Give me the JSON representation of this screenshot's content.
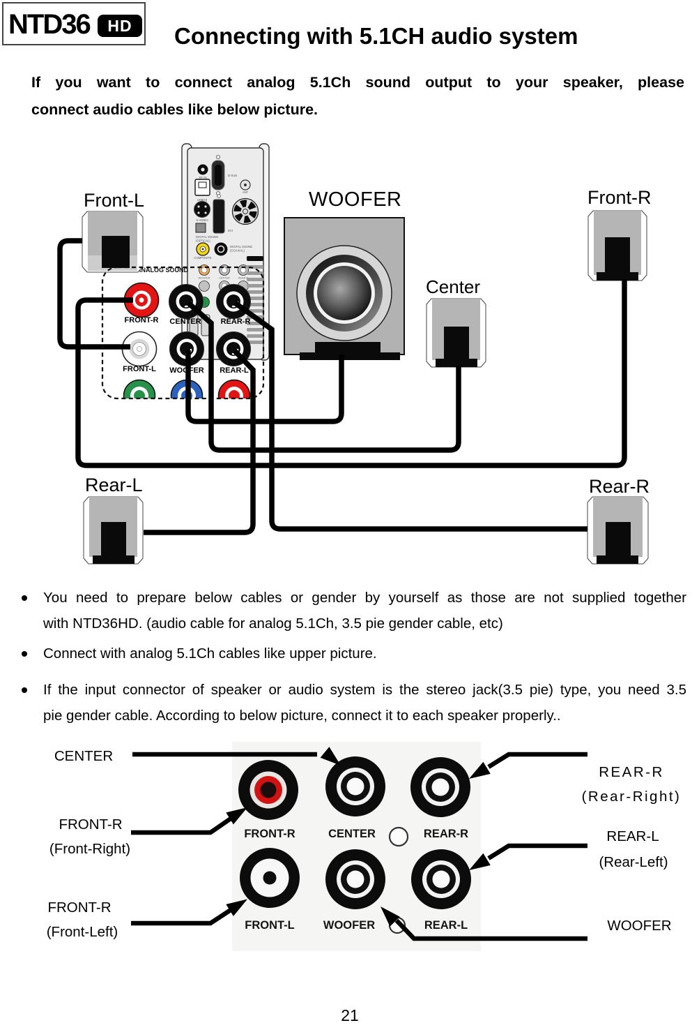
{
  "page": {
    "number": "21"
  },
  "header": {
    "logo_text": "NTD36",
    "logo_badge": "HD",
    "title": "Connecting with 5.1CH audio system"
  },
  "intro": {
    "line1": "If you want to connect analog 5.1Ch sound output to your speaker, please",
    "line2": "connect audio cables like below picture."
  },
  "upper_diagram": {
    "speaker_labels": {
      "front_l": "Front-L",
      "woofer": "WOOFER",
      "front_r": "Front-R",
      "center": "Center",
      "rear_l": "Rear-L",
      "rear_r": "Rear-R"
    },
    "panel": {
      "rf": "RF IN",
      "dsub": "D-SUB",
      "usb": "USB(H)",
      "ant": "ANT",
      "svideo": "S-VIDEO",
      "dvi": "DVI",
      "optical_1": "DIGITAL SOUND",
      "optical_2": "(OPTICAL)",
      "composite": "COMPOSITE",
      "coaxial_1": "DIGITAL SOUND",
      "coaxial_2": "(COAXIAL)",
      "analog_fragment": "ANALOG SOUND",
      "mini_woofer": "WOOFER",
      "mini_center": "CENTER",
      "mini_rear_r": "REAR-R"
    },
    "callout_jacks": {
      "front_r": "FRONT-R",
      "center": "CENTER",
      "rear_r": "REAR-R",
      "front_l": "FRONT-L",
      "woofer": "WOOFER",
      "rear_l": "REAR-L"
    }
  },
  "bullets": {
    "b1_line1": "You need to prepare below cables or gender by yourself as those are not supplied together",
    "b1_line2": "with NTD36HD. (audio cable for analog 5.1Ch, 3.5 pie gender cable, etc)",
    "b2_line1": "Connect with analog 5.1Ch cables like upper picture.",
    "b3_line1": "If the input connector of speaker or audio system is the stereo jack(3.5 pie) type, you need 3.5",
    "b3_line2": "pie gender cable. According to below picture, connect it to each speaker properly.."
  },
  "lower_figure": {
    "jack_labels": {
      "front_r": "FRONT-R",
      "center": "CENTER",
      "rear_r": "REAR-R",
      "front_l": "FRONT-L",
      "woofer": "WOOFER",
      "rear_l": "REAR-L"
    },
    "annotations": {
      "center": "CENTER",
      "front_right_1": "FRONT-R",
      "front_right_2": "(Front-Right)",
      "front_left_1": "FRONT-R",
      "front_left_2": "(Front-Left)",
      "rear_right_1": "REAR-R",
      "rear_right_2": "(Rear-Right)",
      "rear_left_1": "REAR-L",
      "rear_left_2": "(Rear-Left)",
      "woofer": "WOOFER"
    }
  },
  "colors": {
    "jack_red": "#e31414",
    "jack_green": "#27914a",
    "jack_blue": "#2a62c0",
    "composite_yellow": "#f5d90a",
    "mini_orange": "#e8a95c"
  }
}
